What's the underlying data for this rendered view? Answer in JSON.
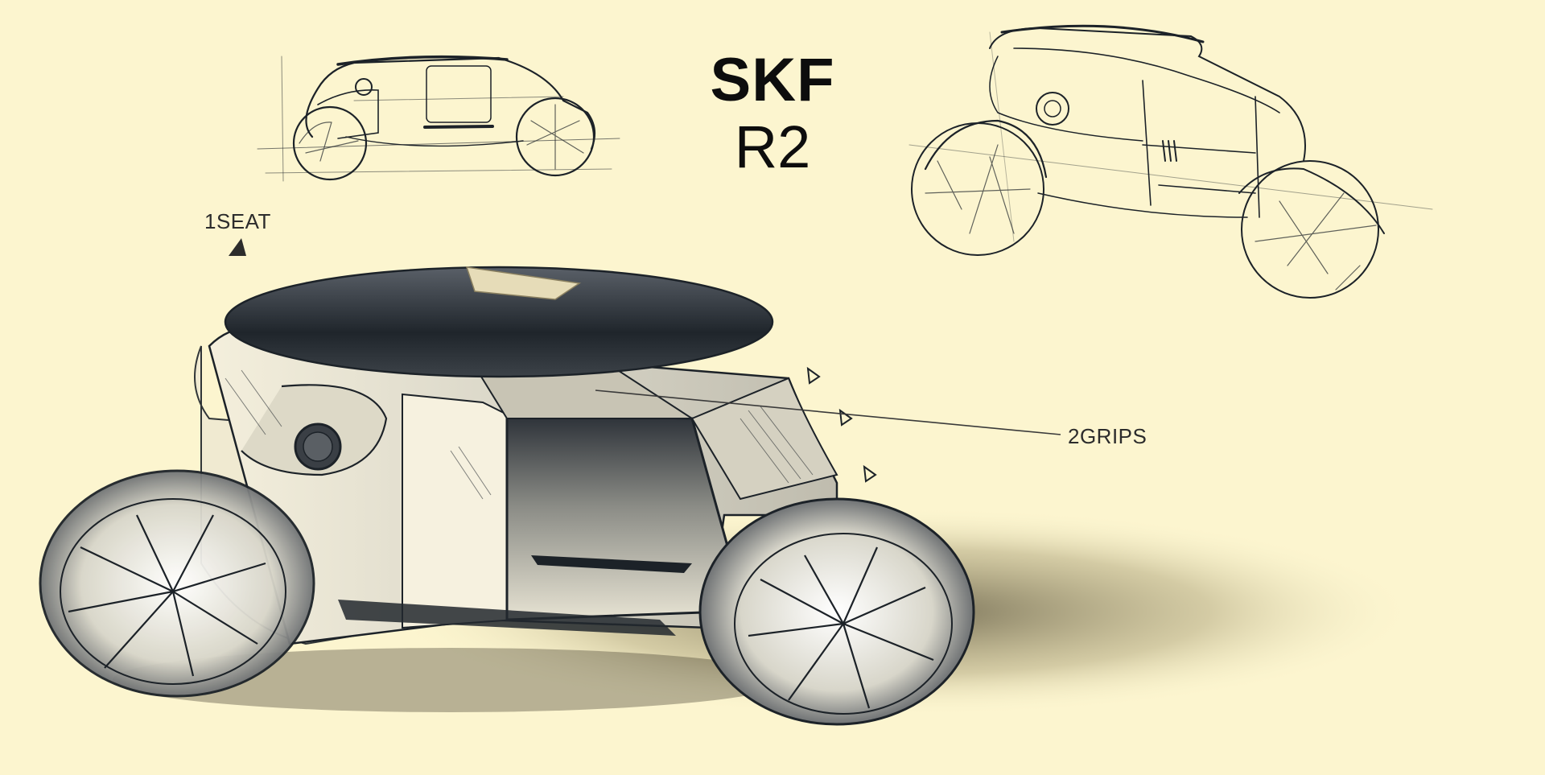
{
  "title": {
    "brand": "SKF",
    "model": "R2"
  },
  "callouts": {
    "seat": "1SEAT",
    "grips": "2GRIPS"
  },
  "colors": {
    "paper": "#fcf5cf",
    "ink": "#1c2228",
    "shadow": "#7a6f4a",
    "roof_accent": "#e6dcb8"
  }
}
